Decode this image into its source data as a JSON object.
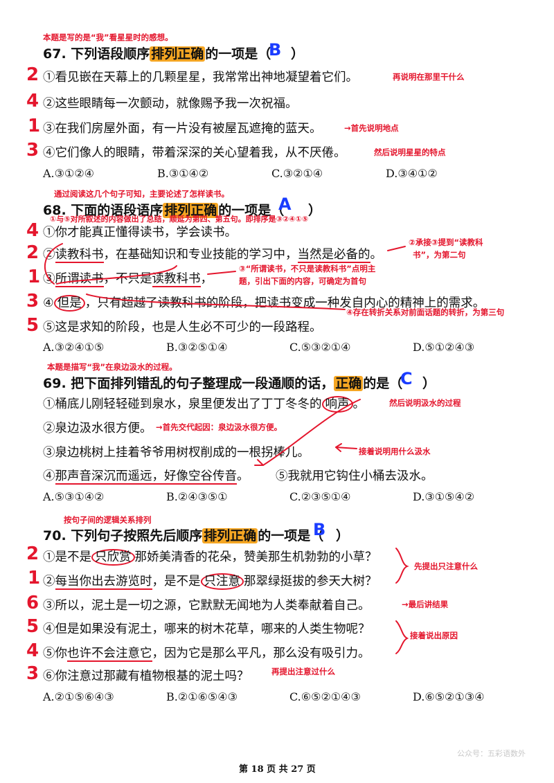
{
  "q67": {
    "note_top": "本题是写的是“我”看星星时的感想。",
    "title_pre": "67. 下列语段顺序",
    "title_hl": "排列正确",
    "title_post": "的一项是（",
    "title_end": "）",
    "answer": "B",
    "lines": [
      {
        "mark": "2",
        "text": "①看见嵌在天幕上的几颗星星，我常常出神地凝望着它们。",
        "note": "再说明在那里干什么"
      },
      {
        "mark": "4",
        "text": "②这些眼睛每一次颤动，就像赐予我一次祝福。",
        "note": ""
      },
      {
        "mark": "1",
        "text": "③在我们房屋外面，有一片没有被屋瓦遮掩的蓝天。",
        "note": "→首先说明地点"
      },
      {
        "mark": "3",
        "text": "④它们像人的眼睛，带着深深的关心望着我，从不厌倦。",
        "note": "然后说明星星的特点"
      }
    ],
    "options": [
      "A.③①②④",
      "B.③①④②",
      "C.③②①④",
      "D.③④①②"
    ]
  },
  "q68": {
    "note_top": "通过阅读这几个句子可知，主要论述了怎样读书。",
    "title_pre": "68. 下面的语段语序",
    "title_hl": "排列正确",
    "title_post": "的一项是（",
    "title_end": "）",
    "answer": "A",
    "note_under_title": "①与⑤对所叙述的内容做出了总结，顺延为第四、第五句。即排序是③②④①⑤",
    "lines": [
      {
        "mark": "4",
        "text": "①你才能真正懂得读书，学会读书。"
      },
      {
        "mark": "2",
        "pre": "②",
        "u1": "读教科书",
        "mid": "，在基础知识和专业技能的学习中，",
        "u2": "当然是必备的",
        "post": "。"
      },
      {
        "mark": "1",
        "pre": "③",
        "u1": "所谓读书",
        "mid": "，不只是",
        "u2": "读教科书",
        "post": "，"
      },
      {
        "mark": "3",
        "pre": "④",
        "c1": "但是",
        "post": "，只有超越了读教科书的阶段，把读书变成一种发自内心的精神上的需求。"
      },
      {
        "mark": "5",
        "text": "⑤这是求知的阶段，也是人生必不可少的一段路程。"
      }
    ],
    "note_2a": "②承接③提到“读教科",
    "note_2b": "书”，为第二句",
    "note_3a": "③“所谓读书，不只是读教科书”点明主",
    "note_3b": "题，引出下面的内容，可确定为首句",
    "note_4": "④存在转折关系对前面话题的转折，为第三句",
    "options": [
      "A.③②④①⑤",
      "B.③②⑤①④",
      "C.⑤③②①④",
      "D.⑤①②④③"
    ]
  },
  "q69": {
    "note_top": "本题是描写“我”在泉边汲水的过程。",
    "title_pre": "69. 把下面排列错乱的句子整理成一段通顺的话，",
    "title_hl": "正确",
    "title_post": "的是（",
    "title_end": "）",
    "answer": "C",
    "line1_pre": "①桶底儿刚轻轻碰到泉水，泉里便发出了丁丁冬冬的",
    "line1_circ": "响声",
    "line1_post": "。",
    "line1_note": "然后说明汲水的过程",
    "line2": "②泉边汲水很方便。",
    "line2_note": "→首先交代起因：泉边汲水很方便。",
    "line3": "③泉边桃树上挂着爷爷用树杈削成的一根拐棒儿。",
    "line3_note": "接着说明用什么汲水",
    "line4_pre": "④",
    "line4_u": "那声音深沉而遥远，好像空谷传音",
    "line4_post": "。",
    "line4_b": "⑤我就用它钩住小桶去汲水。",
    "options": [
      "A.⑤③①④②",
      "B.②④③⑤①",
      "C.②③⑤①④",
      "D.③①⑤④②"
    ]
  },
  "q70": {
    "note_top": "按句子间的逻辑关系排列",
    "title_pre": "70. 下列句子按照先后顺序",
    "title_hl": "排列正确",
    "title_post": "的一项是（",
    "title_end": "）",
    "answer": "B",
    "l1_mark": "2",
    "l1_pre": "①是不是",
    "l1_circ": "只欣赏",
    "l1_post": "那娇美清香的花朵，赞美那生机勃勃的小草？",
    "l2_mark": "1",
    "l2_pre": "②",
    "l2_u": "每当你出去游览时",
    "l2_mid": "，是不是",
    "l2_circ": "只注意",
    "l2_post": "那翠绿挺拔的参天大树？",
    "l12_note": "先提出只注意什么",
    "l3_mark": "6",
    "l3_text": "③所以，泥土是一切之源，它默默无闻地为人类奉献着自己。",
    "l3_note": "→最后讲结果",
    "l4_mark": "5",
    "l4_text": "④但是如果没有泥土，哪来的树木花草，哪来的人类生物呢？",
    "l5_mark": "4",
    "l5_pre": "⑤你",
    "l5_u": "也许不会注意它",
    "l5_post": "，因为它是那么平凡，那么没有吸引力。",
    "l45_note": "接着说出原因",
    "l6_mark": "3",
    "l6_text": "⑥你注意过那藏有植物根基的泥土吗？",
    "l6_note": "再提出注意过什么",
    "options": [
      "A.②①⑤⑥④③",
      "B.②①⑥⑤④③",
      "C.⑥⑤②①④③",
      "D.⑥⑤②①③④"
    ]
  },
  "footer": "第 18 页 共 27 页",
  "watermark": "公众号：五彩语数外"
}
